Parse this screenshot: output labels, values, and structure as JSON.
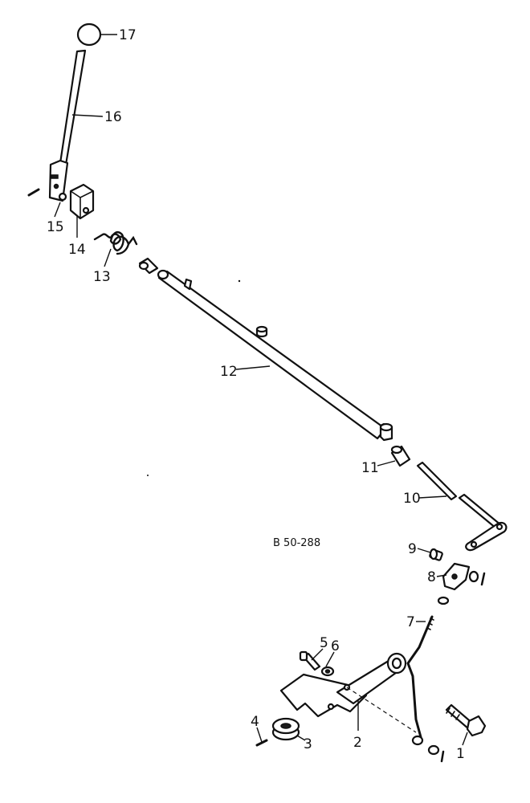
{
  "diagram": {
    "reference_code": "B 50-288",
    "callouts": [
      "1",
      "2",
      "3",
      "4",
      "5",
      "6",
      "7",
      "8",
      "9",
      "10",
      "11",
      "12",
      "13",
      "14",
      "15",
      "16",
      "17"
    ]
  }
}
